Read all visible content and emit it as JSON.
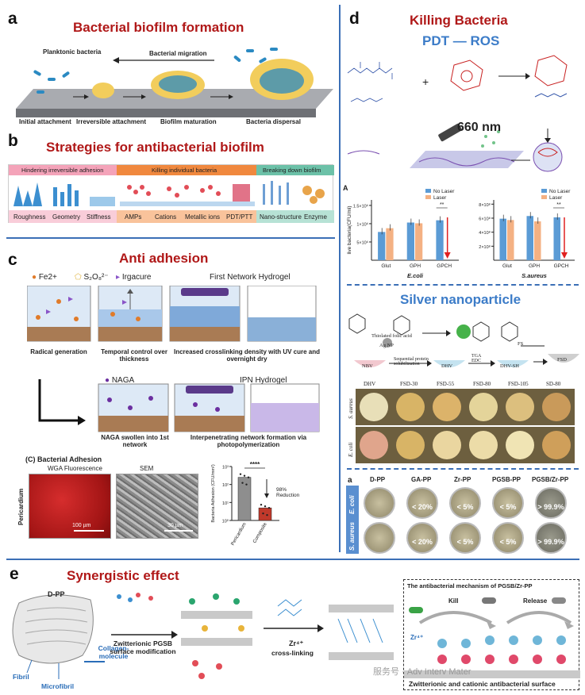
{
  "panels": {
    "a": {
      "letter": "a",
      "title": "Bacterial biofilm formation",
      "planktonic": "Planktonic bacteria",
      "migration": "Bacterial migration",
      "stages": [
        "Initial attachment",
        "Irreversible attachment",
        "Biofilm maturation",
        "Bacteria dispersal"
      ]
    },
    "b": {
      "letter": "b",
      "title": "Strategies for antibacterial biofilm",
      "categories": [
        "Hindering irreversible adhesion",
        "Killing individual bacteria",
        "Breaking down biofilm"
      ],
      "items": [
        "Roughness",
        "Geometry",
        "Stiffness",
        "AMPs",
        "Cations",
        "Metallic ions",
        "PDT/PTT",
        "Nano-structure",
        "Enzyme"
      ],
      "colors": {
        "hinder": "#f4a3b9",
        "kill": "#f0883e",
        "break": "#6cc1a8"
      }
    },
    "c": {
      "letter": "c",
      "title": "Anti adhesion",
      "legend": [
        "Fe2+",
        "S₂O₈²⁻",
        "Irgacure"
      ],
      "first_network": "First Network Hydrogel",
      "steps": [
        "Radical generation",
        "Temporal control over thickness",
        "Increased crosslinking density with UV cure and overnight dry"
      ],
      "naga": "NAGA",
      "ipn": "IPN Hydrogel",
      "steps2": [
        "NAGA swollen into 1st network",
        "Interpenetrating network formation via photopolymerization"
      ],
      "adhesion_title": "(C) Bacterial Adhesion",
      "wga": "WGA Fluorescence",
      "sem": "SEM",
      "tissue": "Pericardium",
      "scale1": "100 µm",
      "scale2": "30 µm",
      "sig": "****",
      "reduction": "98% Reduction"
    },
    "d": {
      "letter": "d",
      "title": "Killing Bacteria",
      "pdt": "PDT — ROS",
      "laser": "660 nm",
      "silver": "Silver nanoparticle",
      "fsd_cols": [
        "DHV",
        "FSD-30",
        "FSD-55",
        "FSD-80",
        "FSD-105",
        "SD-80"
      ],
      "fsd_rows": [
        "S. aureus",
        "E. coli"
      ],
      "pp_cols": [
        "D-PP",
        "GA-PP",
        "Zr-PP",
        "PGSB-PP",
        "PGSB/Zr-PP"
      ],
      "pp_rows": [
        "E. coli",
        "S. aureus"
      ],
      "pp_pct": [
        "",
        "< 20%",
        "< 5%",
        "< 5%",
        "> 99.9%"
      ],
      "silver_labels": [
        "Thiolated folic acid",
        "Ag NP",
        "NBV",
        "Sequential protein solubilization",
        "DHV",
        "TGA EDC",
        "DHV-SH",
        "FS",
        "FSD"
      ]
    },
    "e": {
      "letter": "e",
      "title": "Synergistic effect",
      "dpp": "D-PP",
      "collagen": "Collagen-molecule",
      "fibril": "Fibril",
      "microfibril": "Microfibril",
      "zwitter": "Zwitterionic PGSB surface modification",
      "zr": "Zr⁴⁺",
      "crosslink": "cross-linking",
      "mech_title": "The antibacterial mechanism of PGSB/Zr-PP",
      "kill": "Kill",
      "release": "Release",
      "mech_bottom": "Zwitterionic and cationic antibacterial surface",
      "watermark": "服务号 · Adv Interv Mater"
    }
  },
  "chart_data": [
    {
      "type": "bar",
      "title": "E.coli",
      "panel_label": "A",
      "ylabel": "live bacteria(CFU/ml)",
      "categories": [
        "Glut",
        "GPH",
        "GPCH"
      ],
      "yticks": [
        "5×10⁶",
        "1×10⁶",
        "1.5×10⁶"
      ],
      "ylim": [
        0,
        1600000
      ],
      "series": [
        {
          "name": "No Laser",
          "color": "#5b9bd5",
          "values": [
            750000,
            1000000,
            1060000
          ]
        },
        {
          "name": "Laser",
          "color": "#f4b183",
          "values": [
            850000,
            980000,
            0
          ]
        }
      ],
      "annotation": "**"
    },
    {
      "type": "bar",
      "title": "S.aureus",
      "categories": [
        "Glut",
        "GPH",
        "GPCH"
      ],
      "yticks": [
        "2×10⁸",
        "4×10⁸",
        "6×10⁸",
        "8×10⁸"
      ],
      "ylim": [
        0,
        900000000
      ],
      "series": [
        {
          "name": "No Laser",
          "color": "#5b9bd5",
          "values": [
            620000000,
            660000000,
            640000000
          ]
        },
        {
          "name": "Laser",
          "color": "#f4b183",
          "values": [
            600000000,
            580000000,
            0
          ]
        }
      ],
      "annotation": "**"
    },
    {
      "type": "bar",
      "ylabel": "Bacteria Adhesion (CFU/mm²)",
      "categories": [
        "Pericardium",
        "Composite"
      ],
      "yticks": [
        "10⁰",
        "10¹",
        "10²",
        "10³"
      ],
      "log_scale": true,
      "ylim": [
        1,
        1000
      ],
      "values": [
        250,
        5
      ],
      "colors": [
        "#8e8e8e",
        "#c0392b"
      ]
    }
  ]
}
